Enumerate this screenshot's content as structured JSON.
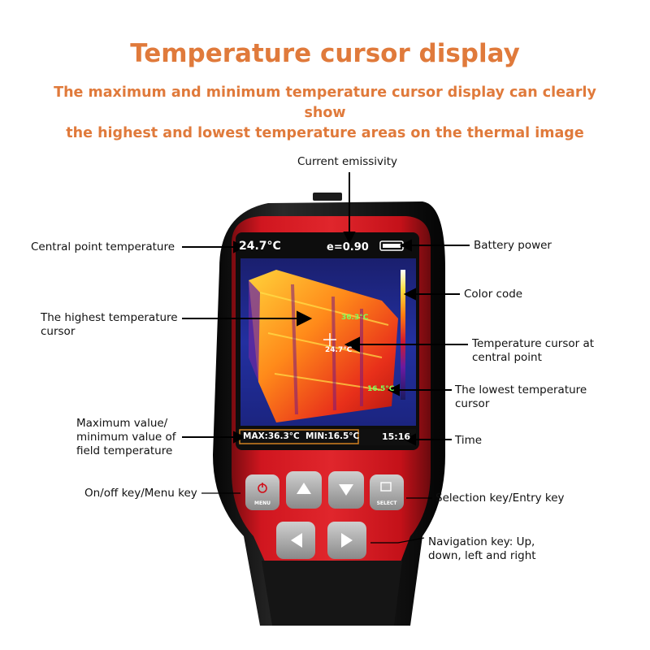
{
  "header": {
    "title": "Temperature cursor display",
    "subtitle_line1": "The maximum and minimum temperature cursor display can clearly show",
    "subtitle_line2": "the highest and lowest temperature areas on the thermal image"
  },
  "screen": {
    "center_temp": "24.7°C",
    "emissivity": "e=0.90",
    "max_cursor": "36.3°C",
    "center_cursor": "24.7°C",
    "min_cursor": "16.5°C",
    "max_min_readout": "MAX:36.3°C  MIN:16.5°C",
    "time": "15:16"
  },
  "keys": {
    "menu_label": "MENU",
    "select_label": "SELECT"
  },
  "callouts": {
    "current_emissivity": "Current emissivity",
    "central_point_temperature": "Central point temperature",
    "battery_power": "Battery power",
    "color_code": "Color code",
    "highest_line1": "The highest temperature",
    "highest_line2": "cursor",
    "cursor_central_line1": "Temperature cursor at",
    "cursor_central_line2": "central point",
    "lowest_line1": "The lowest temperature",
    "lowest_line2": "cursor",
    "maxmin_line1": "Maximum value/",
    "maxmin_line2": "minimum value of",
    "maxmin_line3": "field temperature",
    "time": "Time",
    "onoff_menu": "On/off key/Menu key",
    "selection_entry": "Selection key/Entry key",
    "nav_line1": "Navigation key: Up,",
    "nav_line2": "down, left and right"
  },
  "colors": {
    "title": "#e07a3b",
    "device_red": "#c8141e",
    "device_black": "#1a1a1a"
  }
}
